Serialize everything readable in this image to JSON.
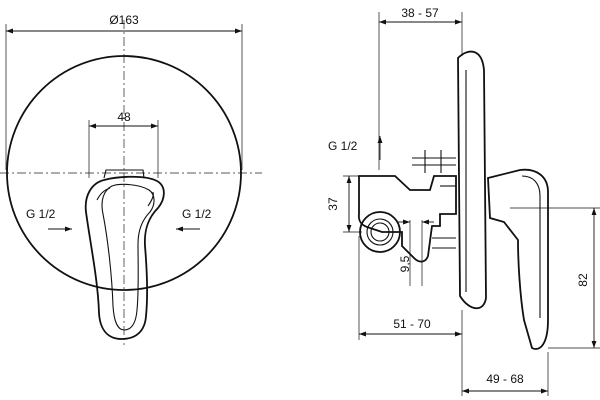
{
  "front_view": {
    "diameter_label": "Ø163",
    "lever_width_label": "48",
    "inlet_left_label": "G 1/2",
    "inlet_right_label": "G 1/2"
  },
  "side_view": {
    "wall_depth_label": "38 - 57",
    "top_inlet_label": "G 1/2",
    "body_height_label": "37",
    "offset_label": "9,5",
    "height_label": "82",
    "depth_label": "51 - 70",
    "projection_label": "49 - 68"
  }
}
